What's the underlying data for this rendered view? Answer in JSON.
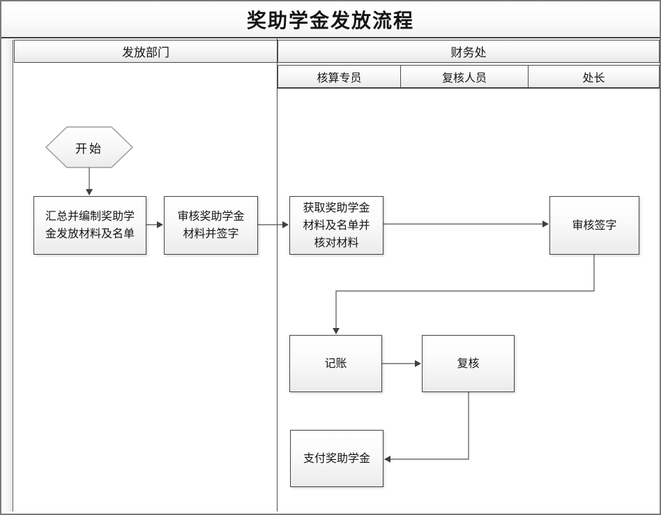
{
  "title": "奖助学金发放流程",
  "lanes": {
    "department": {
      "label": "发放部门"
    },
    "finance": {
      "label": "财务处",
      "sublanes": [
        {
          "label": "核算专员"
        },
        {
          "label": "复核人员"
        },
        {
          "label": "处长"
        }
      ]
    }
  },
  "nodes": {
    "start": {
      "type": "start",
      "label": "开始",
      "lane": "发放部门"
    },
    "compile_materials": {
      "type": "process",
      "label": "汇总并编制奖助学金发放材料及名单",
      "lane": "发放部门"
    },
    "review_and_sign": {
      "type": "process",
      "label": "审核奖助学金材料并签字",
      "lane": "发放部门"
    },
    "obtain_and_check": {
      "type": "process",
      "label": "获取奖助学金材料及名单并核对材料",
      "lane": "财务处 / 核算专员"
    },
    "audit_signature": {
      "type": "process",
      "label": "审核签字",
      "lane": "财务处 / 处长"
    },
    "bookkeeping": {
      "type": "process",
      "label": "记账",
      "lane": "财务处 / 核算专员"
    },
    "recheck": {
      "type": "process",
      "label": "复核",
      "lane": "财务处 / 复核人员"
    },
    "pay_scholarship": {
      "type": "process",
      "label": "支付奖助学金",
      "lane": "财务处 / 核算专员"
    }
  },
  "edges": [
    {
      "from": "start",
      "to": "compile_materials"
    },
    {
      "from": "compile_materials",
      "to": "review_and_sign"
    },
    {
      "from": "review_and_sign",
      "to": "obtain_and_check"
    },
    {
      "from": "obtain_and_check",
      "to": "audit_signature"
    },
    {
      "from": "audit_signature",
      "to": "bookkeeping"
    },
    {
      "from": "bookkeeping",
      "to": "recheck"
    },
    {
      "from": "recheck",
      "to": "pay_scholarship"
    }
  ],
  "colors": {
    "box_border": "#414141",
    "connector": "#4f4f4f",
    "lane_border": "#4a4a4a",
    "frame_border": "#7a7a7a",
    "hexagon_border": "#9b9b9b"
  }
}
